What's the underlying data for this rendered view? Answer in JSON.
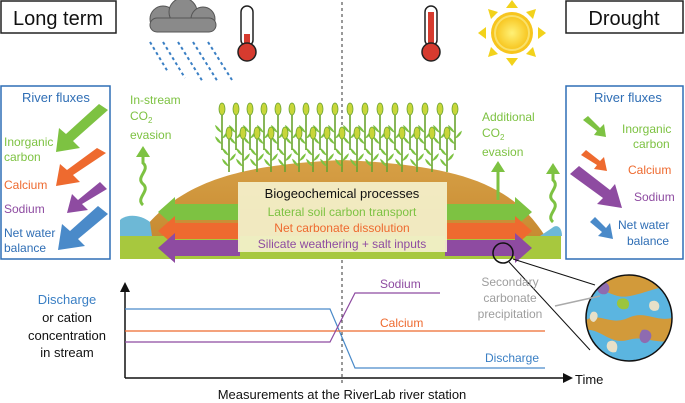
{
  "titles": {
    "left": "Long term",
    "right": "Drought"
  },
  "left_panel": {
    "heading": "River fluxes",
    "inorganic_carbon": [
      "Inorganic",
      "carbon"
    ],
    "calcium": "Calcium",
    "sodium": "Sodium",
    "net_water_balance": [
      "Net water",
      "balance"
    ]
  },
  "right_panel": {
    "heading": "River fluxes",
    "inorganic_carbon": [
      "Inorganic",
      "carbon"
    ],
    "calcium": "Calcium",
    "sodium": "Sodium",
    "net_water_balance": [
      "Net water",
      "balance"
    ]
  },
  "instream_evasion": {
    "line1": "In-stream",
    "co2_base": "CO",
    "co2_sub": "2",
    "line3": "evasion"
  },
  "additional_evasion": {
    "line1": "Additional",
    "co2_base": "CO",
    "co2_sub": "2",
    "line3": "evasion"
  },
  "biogeochem": {
    "title": "Biogeochemical processes",
    "lateral": "Lateral soil carbon transport",
    "carbonate": "Net carbonate dissolution",
    "silicate": "Silicate weathering + salt inputs"
  },
  "secondary_precip": [
    "Secondary",
    "carbonate",
    "precipitation"
  ],
  "graph": {
    "ylabel": [
      "Discharge",
      "or cation",
      "concentration",
      "in stream"
    ],
    "sodium": "Sodium",
    "calcium": "Calcium",
    "discharge": "Discharge",
    "xlabel": "Time"
  },
  "footer": "Measurements at the RiverLab river station",
  "colors": {
    "inorganic_carbon": "#7dc242",
    "calcium": "#ee6a2f",
    "sodium": "#8e4ba1",
    "water": "#4a8ac9",
    "river_flux_heading": "#2f6eb5",
    "soil": "#d29a3a",
    "ground": "#9bc53d",
    "cold_panel_border": "#2f6eb5"
  },
  "icons": [
    "rain-cloud-icon",
    "cold-thermometer-icon",
    "hot-thermometer-icon",
    "sun-icon",
    "crop-icon",
    "magnifier-icon"
  ]
}
